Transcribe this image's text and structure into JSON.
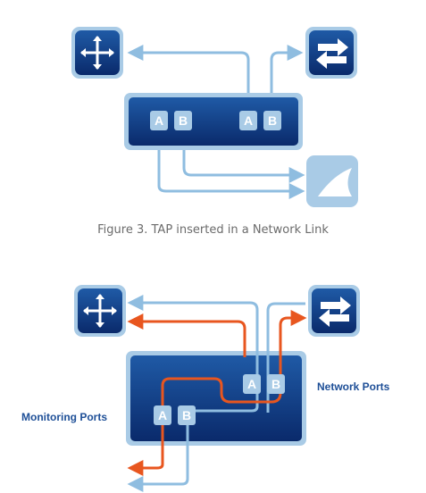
{
  "figure3": {
    "caption": "Figure 3. TAP inserted in a Network Link",
    "ports": {
      "a": "A",
      "b": "B"
    }
  },
  "figure4": {
    "network_ports_label": "Network Ports",
    "monitoring_ports_label": "Monitoring Ports",
    "ports": {
      "a": "A",
      "b": "B"
    }
  },
  "colors": {
    "device_dark": "#0a2a6b",
    "device_light": "#1f5aa6",
    "frame": "#a9cbe6",
    "link_blue": "#8fbde0",
    "link_orange": "#e8561f",
    "port_fill": "#a9cbe6",
    "label_blue": "#1e4f97",
    "caption_gray": "#6b6b6b"
  },
  "icons": [
    "router-icon",
    "switch-icon",
    "shark-analyzer-icon"
  ]
}
